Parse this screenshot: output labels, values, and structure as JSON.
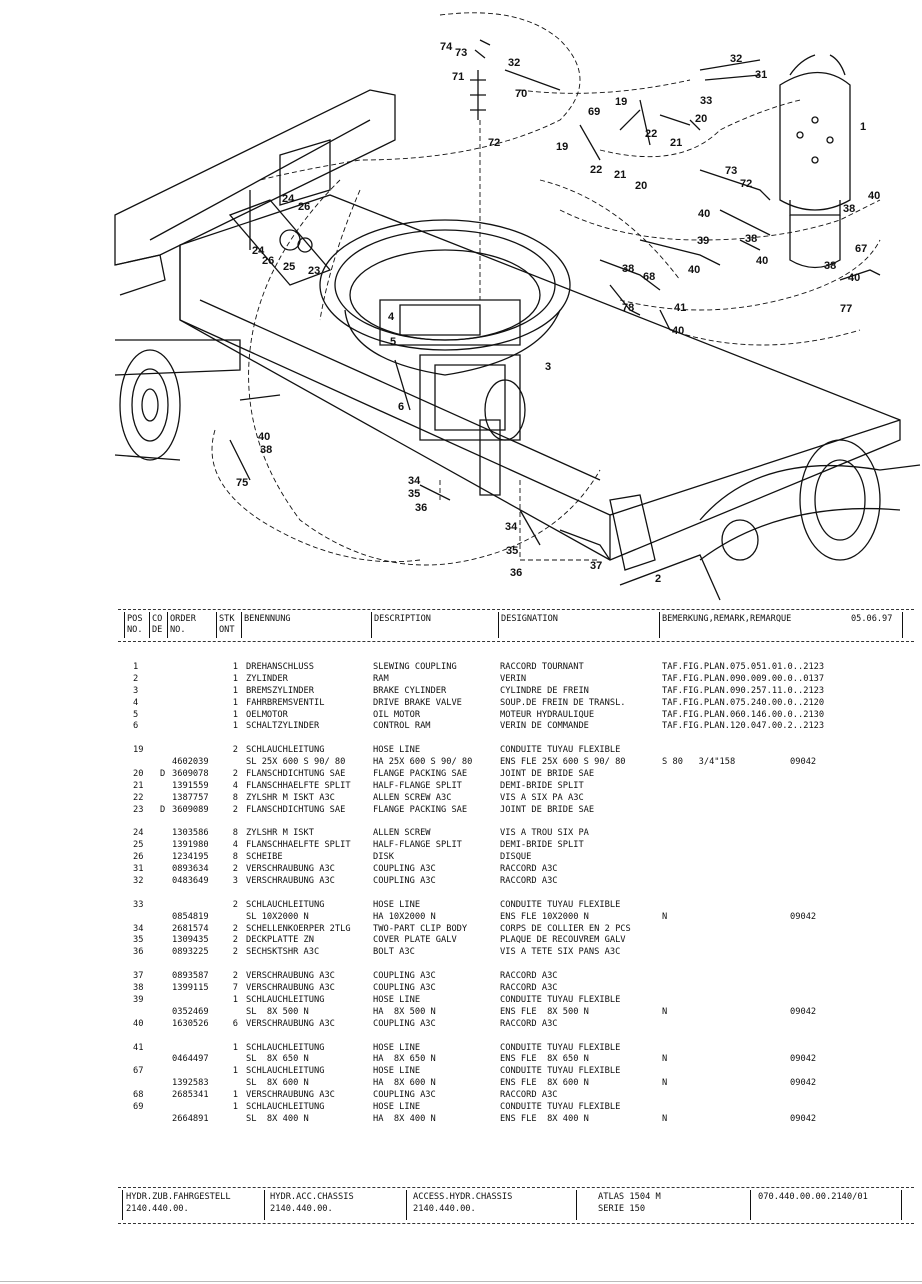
{
  "callouts": {
    "c74": "74",
    "c73": "73",
    "c71": "71",
    "c70": "70",
    "c72": "72",
    "c32a": "32",
    "c69": "69",
    "c19a": "19",
    "c22a": "22",
    "c20a": "20",
    "c21a": "21",
    "c19b": "19",
    "c22b": "22",
    "c21b": "21",
    "c20b": "20",
    "c32b": "32",
    "c31": "31",
    "c33": "33",
    "c1": "1",
    "c73b": "73",
    "c72b": "72",
    "c40a": "40",
    "c38a": "38",
    "c40b": "40",
    "c38b": "38",
    "c39": "39",
    "c40c": "40",
    "c67": "67",
    "c38c": "38",
    "c40d": "40",
    "c77": "77",
    "c38d": "38",
    "c68": "68",
    "c40e": "40",
    "c78": "78",
    "c41": "41",
    "c40f": "40",
    "c24a": "24",
    "c26a": "26",
    "c24b": "24",
    "c26b": "26",
    "c25": "25",
    "c23": "23",
    "c4": "4",
    "c5": "5",
    "c3": "3",
    "c6": "6",
    "c40g": "40",
    "c38e": "38",
    "c75": "75",
    "c34a": "34",
    "c35a": "35",
    "c36a": "36",
    "c34b": "34",
    "c35b": "35",
    "c36b": "36",
    "c37": "37",
    "c2": "2"
  },
  "header": {
    "pos_top": "POS",
    "pos_bot": "NO.",
    "co_top": "CO",
    "co_bot": "DE",
    "order_top": "ORDER",
    "order_bot": "NO.",
    "stk_top": "STK",
    "stk_bot": "ONT",
    "benennung": "BENENNUNG",
    "description": "DESCRIPTION",
    "designation": "DESIGNATION",
    "remark": "BEMERKUNG,REMARK,REMARQUE",
    "date": "05.06.97"
  },
  "rows": [
    {
      "pos": "1",
      "co": "",
      "order": "",
      "qty": "1",
      "ben": "DREHANSCHLUSS",
      "desc": "SLEWING COUPLING",
      "desg": "RACCORD TOURNANT",
      "rem": "TAF.FIG.PLAN.075.051.01.0..2123",
      "ref": "",
      "gap": false
    },
    {
      "pos": "2",
      "co": "",
      "order": "",
      "qty": "1",
      "ben": "ZYLINDER",
      "desc": "RAM",
      "desg": "VERIN",
      "rem": "TAF.FIG.PLAN.090.009.00.0..0137",
      "ref": "",
      "gap": false
    },
    {
      "pos": "3",
      "co": "",
      "order": "",
      "qty": "1",
      "ben": "BREMSZYLINDER",
      "desc": "BRAKE CYLINDER",
      "desg": "CYLINDRE DE FREIN",
      "rem": "TAF.FIG.PLAN.090.257.11.0..2123",
      "ref": "",
      "gap": false
    },
    {
      "pos": "4",
      "co": "",
      "order": "",
      "qty": "1",
      "ben": "FAHRBREMSVENTIL",
      "desc": "DRIVE BRAKE VALVE",
      "desg": "SOUP.DE FREIN DE TRANSL.",
      "rem": "TAF.FIG.PLAN.075.240.00.0..2120",
      "ref": "",
      "gap": false
    },
    {
      "pos": "5",
      "co": "",
      "order": "",
      "qty": "1",
      "ben": "OELMOTOR",
      "desc": "OIL MOTOR",
      "desg": "MOTEUR HYDRAULIQUE",
      "rem": "TAF.FIG.PLAN.060.146.00.0..2130",
      "ref": "",
      "gap": false
    },
    {
      "pos": "6",
      "co": "",
      "order": "",
      "qty": "1",
      "ben": "SCHALTZYLINDER",
      "desc": "CONTROL RAM",
      "desg": "VERIN DE COMMANDE",
      "rem": "TAF.FIG.PLAN.120.047.00.2..2123",
      "ref": "",
      "gap": false
    },
    {
      "pos": "19",
      "co": "",
      "order": "",
      "qty": "2",
      "ben": "SCHLAUCHLEITUNG",
      "desc": "HOSE LINE",
      "desg": "CONDUITE TUYAU FLEXIBLE",
      "rem": "",
      "ref": "",
      "gap": true
    },
    {
      "pos": "",
      "co": "",
      "order": "4602039",
      "qty": "",
      "ben": "SL 25X 600 S 90/ 80",
      "desc": "HA 25X 600 S 90/ 80",
      "desg": "ENS FLE 25X 600 S 90/ 80",
      "rem": "S 80   3/4\"158",
      "ref": "09042",
      "gap": false
    },
    {
      "pos": "20",
      "co": "D",
      "order": "3609078",
      "qty": "2",
      "ben": "FLANSCHDICHTUNG SAE",
      "desc": "FLANGE PACKING SAE",
      "desg": "JOINT DE BRIDE SAE",
      "rem": "",
      "ref": "",
      "gap": false
    },
    {
      "pos": "21",
      "co": "",
      "order": "1391559",
      "qty": "4",
      "ben": "FLANSCHHAELFTE SPLIT",
      "desc": "HALF-FLANGE SPLIT",
      "desg": "DEMI-BRIDE SPLIT",
      "rem": "",
      "ref": "",
      "gap": false
    },
    {
      "pos": "22",
      "co": "",
      "order": "1387757",
      "qty": "8",
      "ben": "ZYLSHR M ISKT A3C",
      "desc": "ALLEN SCREW A3C",
      "desg": "VIS A SIX PA A3C",
      "rem": "",
      "ref": "",
      "gap": false
    },
    {
      "pos": "23",
      "co": "D",
      "order": "3609089",
      "qty": "2",
      "ben": "FLANSCHDICHTUNG SAE",
      "desc": "FLANGE PACKING SAE",
      "desg": "JOINT DE BRIDE SAE",
      "rem": "",
      "ref": "",
      "gap": false
    },
    {
      "pos": "24",
      "co": "",
      "order": "1303586",
      "qty": "8",
      "ben": "ZYLSHR M ISKT",
      "desc": "ALLEN SCREW",
      "desg": "VIS A TROU SIX PA",
      "rem": "",
      "ref": "",
      "gap": true
    },
    {
      "pos": "25",
      "co": "",
      "order": "1391980",
      "qty": "4",
      "ben": "FLANSCHHAELFTE SPLIT",
      "desc": "HALF-FLANGE SPLIT",
      "desg": "DEMI-BRIDE SPLIT",
      "rem": "",
      "ref": "",
      "gap": false
    },
    {
      "pos": "26",
      "co": "",
      "order": "1234195",
      "qty": "8",
      "ben": "SCHEIBE",
      "desc": "DISK",
      "desg": "DISQUE",
      "rem": "",
      "ref": "",
      "gap": false
    },
    {
      "pos": "31",
      "co": "",
      "order": "0893634",
      "qty": "2",
      "ben": "VERSCHRAUBUNG A3C",
      "desc": "COUPLING A3C",
      "desg": "RACCORD A3C",
      "rem": "",
      "ref": "",
      "gap": false
    },
    {
      "pos": "32",
      "co": "",
      "order": "0483649",
      "qty": "3",
      "ben": "VERSCHRAUBUNG A3C",
      "desc": "COUPLING A3C",
      "desg": "RACCORD A3C",
      "rem": "",
      "ref": "",
      "gap": false
    },
    {
      "pos": "33",
      "co": "",
      "order": "",
      "qty": "2",
      "ben": "SCHLAUCHLEITUNG",
      "desc": "HOSE LINE",
      "desg": "CONDUITE TUYAU FLEXIBLE",
      "rem": "",
      "ref": "",
      "gap": true
    },
    {
      "pos": "",
      "co": "",
      "order": "0854819",
      "qty": "",
      "ben": "SL 10X2000 N",
      "desc": "HA 10X2000 N",
      "desg": "ENS FLE 10X2000 N",
      "rem": "N",
      "ref": "09042",
      "gap": false
    },
    {
      "pos": "34",
      "co": "",
      "order": "2681574",
      "qty": "2",
      "ben": "SCHELLENKOERPER 2TLG",
      "desc": "TWO-PART CLIP BODY",
      "desg": "CORPS DE COLLIER EN 2 PCS",
      "rem": "",
      "ref": "",
      "gap": false
    },
    {
      "pos": "35",
      "co": "",
      "order": "1309435",
      "qty": "2",
      "ben": "DECKPLATTE ZN",
      "desc": "COVER PLATE GALV",
      "desg": "PLAQUE DE RECOUVREM GALV",
      "rem": "",
      "ref": "",
      "gap": false
    },
    {
      "pos": "36",
      "co": "",
      "order": "0893225",
      "qty": "2",
      "ben": "SECHSKTSHR A3C",
      "desc": "BOLT A3C",
      "desg": "VIS A TETE SIX PANS A3C",
      "rem": "",
      "ref": "",
      "gap": false
    },
    {
      "pos": "37",
      "co": "",
      "order": "0893587",
      "qty": "2",
      "ben": "VERSCHRAUBUNG A3C",
      "desc": "COUPLING A3C",
      "desg": "RACCORD A3C",
      "rem": "",
      "ref": "",
      "gap": true
    },
    {
      "pos": "38",
      "co": "",
      "order": "1399115",
      "qty": "7",
      "ben": "VERSCHRAUBUNG A3C",
      "desc": "COUPLING A3C",
      "desg": "RACCORD A3C",
      "rem": "",
      "ref": "",
      "gap": false
    },
    {
      "pos": "39",
      "co": "",
      "order": "",
      "qty": "1",
      "ben": "SCHLAUCHLEITUNG",
      "desc": "HOSE LINE",
      "desg": "CONDUITE TUYAU FLEXIBLE",
      "rem": "",
      "ref": "",
      "gap": false
    },
    {
      "pos": "",
      "co": "",
      "order": "0352469",
      "qty": "",
      "ben": "SL  8X 500 N",
      "desc": "HA  8X 500 N",
      "desg": "ENS FLE  8X 500 N",
      "rem": "N",
      "ref": "09042",
      "gap": false
    },
    {
      "pos": "40",
      "co": "",
      "order": "1630526",
      "qty": "6",
      "ben": "VERSCHRAUBUNG A3C",
      "desc": "COUPLING A3C",
      "desg": "RACCORD A3C",
      "rem": "",
      "ref": "",
      "gap": false
    },
    {
      "pos": "41",
      "co": "",
      "order": "",
      "qty": "1",
      "ben": "SCHLAUCHLEITUNG",
      "desc": "HOSE LINE",
      "desg": "CONDUITE TUYAU FLEXIBLE",
      "rem": "",
      "ref": "",
      "gap": true
    },
    {
      "pos": "",
      "co": "",
      "order": "0464497",
      "qty": "",
      "ben": "SL  8X 650 N",
      "desc": "HA  8X 650 N",
      "desg": "ENS FLE  8X 650 N",
      "rem": "N",
      "ref": "09042",
      "gap": false
    },
    {
      "pos": "67",
      "co": "",
      "order": "",
      "qty": "1",
      "ben": "SCHLAUCHLEITUNG",
      "desc": "HOSE LINE",
      "desg": "CONDUITE TUYAU FLEXIBLE",
      "rem": "",
      "ref": "",
      "gap": false
    },
    {
      "pos": "",
      "co": "",
      "order": "1392583",
      "qty": "",
      "ben": "SL  8X 600 N",
      "desc": "HA  8X 600 N",
      "desg": "ENS FLE  8X 600 N",
      "rem": "N",
      "ref": "09042",
      "gap": false
    },
    {
      "pos": "68",
      "co": "",
      "order": "2685341",
      "qty": "1",
      "ben": "VERSCHRAUBUNG A3C",
      "desc": "COUPLING A3C",
      "desg": "RACCORD A3C",
      "rem": "",
      "ref": "",
      "gap": false
    },
    {
      "pos": "69",
      "co": "",
      "order": "",
      "qty": "1",
      "ben": "SCHLAUCHLEITUNG",
      "desc": "HOSE LINE",
      "desg": "CONDUITE TUYAU FLEXIBLE",
      "rem": "",
      "ref": "",
      "gap": false
    },
    {
      "pos": "",
      "co": "",
      "order": "2664891",
      "qty": "",
      "ben": "SL  8X 400 N",
      "desc": "HA  8X 400 N",
      "desg": "ENS FLE  8X 400 N",
      "rem": "N",
      "ref": "09042",
      "gap": false
    }
  ],
  "footer": {
    "f1_top": "HYDR.ZUB.FAHRGESTELL",
    "f1_bot": "2140.440.00.",
    "f2_top": "HYDR.ACC.CHASSIS",
    "f2_bot": "2140.440.00.",
    "f3_top": "ACCESS.HYDR.CHASSIS",
    "f3_bot": "2140.440.00.",
    "f4_top": "ATLAS 1504 M",
    "f4_bot": "SERIE 150",
    "f5_top": "070.440.00.00.2140/01"
  }
}
